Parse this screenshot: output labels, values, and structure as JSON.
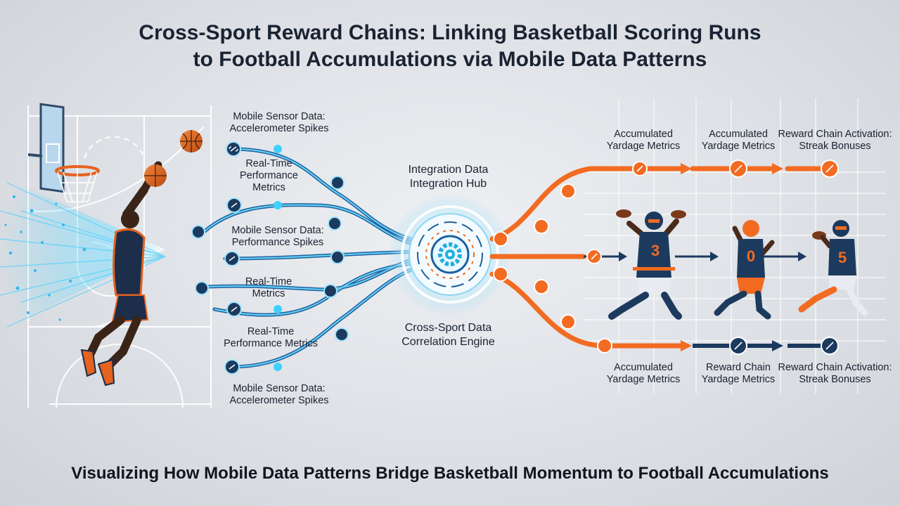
{
  "title": {
    "line1": "Cross-Sport Reward Chains: Linking Basketball Scoring Runs",
    "line2": "to Football Accumulations via Mobile Data Patterns"
  },
  "caption": "Visualizing How Mobile Data Patterns Bridge Basketball Momentum to Football Accumulations",
  "left_labels": [
    {
      "line1": "Mobile Sensor Data:",
      "line2": "Accelerometer Spikes"
    },
    {
      "line1": "Real-Time",
      "line2": "Performance",
      "line3": "Metrics"
    },
    {
      "line1": "Mobile Sensor Data:",
      "line2": "Performance Spikes"
    },
    {
      "line1": "Real-Time",
      "line2": "Metrics"
    },
    {
      "line1": "Real-Time",
      "line2": "Performance Metrics"
    },
    {
      "line1": "Mobile Sensor Data:",
      "line2": "Accelerometer Spikes"
    }
  ],
  "hub": {
    "top_line1": "Integration Data",
    "top_line2": "Integration Hub",
    "bottom_line1": "Cross-Sport Data",
    "bottom_line2": "Correlation Engine"
  },
  "right_top_labels": [
    {
      "line1": "Accumulated",
      "line2": "Yardage Metrics"
    },
    {
      "line1": "Accumulated",
      "line2": "Yardage Metrics"
    },
    {
      "line1": "Reward Chain Activation:",
      "line2": "Streak Bonuses"
    }
  ],
  "right_bottom_labels": [
    {
      "line1": "Accumulated",
      "line2": "Yardage Metrics"
    },
    {
      "line1": "Reward Chain",
      "line2": "Yardage Metrics"
    },
    {
      "line1": "Reward Chain Activation:",
      "line2": "Streak Bonuses"
    }
  ],
  "jerseys": [
    "3",
    "0",
    "5"
  ],
  "colors": {
    "blue_flow": "#1f5f9e",
    "cyan_glow": "#3fd0ff",
    "orange_flow": "#f26b21",
    "navy": "#1c3a5e"
  }
}
